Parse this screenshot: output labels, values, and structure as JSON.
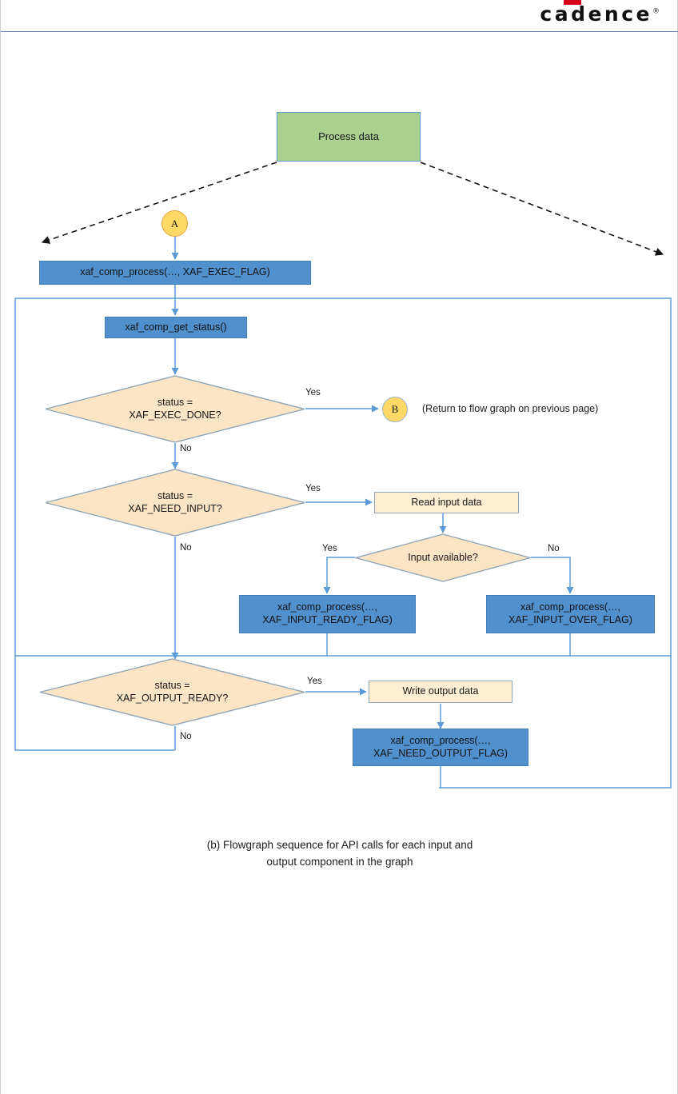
{
  "header": {
    "brand": "cadence",
    "brand_registered": "®",
    "brand_bar_color": "#d6001c",
    "rule_color": "#6b7fb5"
  },
  "colors": {
    "process_green": "#a9d08e",
    "process_blue": "#4f90cd",
    "process_cream": "#fdeed4",
    "decision_fill": "#fbe5c5",
    "decision_stroke": "#8fa5b8",
    "connector_yellow": "#ffd866",
    "connector_a_stroke": "#e8a33d",
    "connector_b_stroke": "#9fb6cb",
    "arrow_blue": "#5b9bd5",
    "loop_frame": "#5b9bd5",
    "dashed_black": "#1a1a1a"
  },
  "diagram": {
    "type": "flowchart",
    "title": "Flowgraph sequence for API calls",
    "nodes": [
      {
        "id": "process-data",
        "kind": "process",
        "style": "green",
        "label": "Process data"
      },
      {
        "id": "connector-a",
        "kind": "connector",
        "style": "yellow",
        "label": "A"
      },
      {
        "id": "exec-flag",
        "kind": "process",
        "style": "blue",
        "label": "xaf_comp_process(…, XAF_EXEC_FLAG)"
      },
      {
        "id": "get-status",
        "kind": "process",
        "style": "blue",
        "label": "xaf_comp_get_status()"
      },
      {
        "id": "dec-exec-done",
        "kind": "decision",
        "style": "cream",
        "label": "status =\nXAF_EXEC_DONE?"
      },
      {
        "id": "connector-b",
        "kind": "connector",
        "style": "yellow",
        "label": "B"
      },
      {
        "id": "return-note",
        "kind": "note",
        "style": "plain",
        "label": "(Return to flow graph on previous page)"
      },
      {
        "id": "dec-need-input",
        "kind": "decision",
        "style": "cream",
        "label": "status =\nXAF_NEED_INPUT?"
      },
      {
        "id": "read-input-data",
        "kind": "process",
        "style": "cream",
        "label": "Read input data"
      },
      {
        "id": "dec-input-available",
        "kind": "decision",
        "style": "cream",
        "label": "Input available?"
      },
      {
        "id": "input-ready-flag",
        "kind": "process",
        "style": "blue",
        "label": "xaf_comp_process(…,\nXAF_INPUT_READY_FLAG)"
      },
      {
        "id": "input-over-flag",
        "kind": "process",
        "style": "blue",
        "label": "xaf_comp_process(…,\nXAF_INPUT_OVER_FLAG)"
      },
      {
        "id": "dec-output-ready",
        "kind": "decision",
        "style": "cream",
        "label": "status =\nXAF_OUTPUT_READY?"
      },
      {
        "id": "write-output-data",
        "kind": "process",
        "style": "cream",
        "label": "Write output data"
      },
      {
        "id": "need-output-flag",
        "kind": "process",
        "style": "blue",
        "label": "xaf_comp_process(…,\nXAF_NEED_OUTPUT_FLAG)"
      }
    ],
    "edge_labels": {
      "exec_done_yes": "Yes",
      "exec_done_no": "No",
      "need_input_yes": "Yes",
      "need_input_no": "No",
      "input_available_yes": "Yes",
      "input_available_no": "No",
      "output_ready_yes": "Yes",
      "output_ready_no": "No"
    }
  },
  "caption": {
    "text": "(b) Flowgraph sequence for API calls for each input and\noutput component in the graph"
  }
}
